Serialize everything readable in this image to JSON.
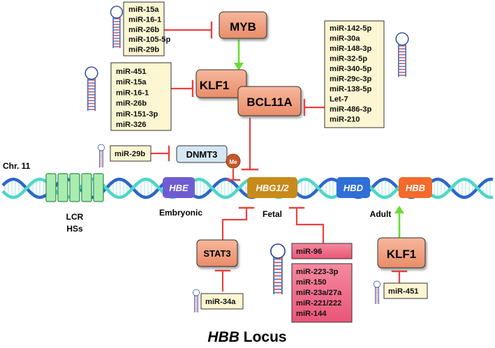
{
  "title": {
    "gene": "HBB",
    "suffix": " Locus"
  },
  "chromosome": "Chr. 11",
  "lcr": {
    "line1": "LCR",
    "line2": "HSs"
  },
  "genes": {
    "hbe": "HBE",
    "hbg": "HBG1/2",
    "hbd": "HBD",
    "hbb": "HBB"
  },
  "stages": {
    "embryonic": "Embryonic",
    "fetal": "Fetal",
    "adult": "Adult"
  },
  "factors": {
    "myb": "MYB",
    "klf1_top": "KLF1",
    "bcl11a": "BCL11A",
    "dnmt3": "DNMT3",
    "me": "Me",
    "stat3": "STAT3",
    "klf1_bottom": "KLF1"
  },
  "mirna_groups": {
    "myb": [
      "miR-15a",
      "miR-16-1",
      "miR-26b",
      "miR-105-5p",
      "miR-29b"
    ],
    "klf1": [
      "miR-451",
      "miR-15a",
      "miR-16-1",
      "miR-26b",
      "miR-151-3p",
      "miR-326"
    ],
    "bcl11a": [
      "miR-142-5p",
      "miR-30a",
      "miR-148-3p",
      "miR-32-5p",
      "miR-340-5p",
      "miR-29c-3p",
      "miR-138-5p",
      "Let-7",
      "miR-486-3p",
      "miR-210"
    ],
    "dnmt3": [
      "miR-29b"
    ],
    "stat3": [
      "miR-34a"
    ],
    "hbg_top": [
      "miR-96"
    ],
    "hbg_bottom": [
      "miR-223-3p",
      "miR-150",
      "miR-23a/27a",
      "miR-221/222",
      "miR-144"
    ],
    "klf1_bottom": [
      "miR-451"
    ]
  },
  "colors": {
    "salmon": "#f2a182",
    "salmon_dark": "#e0825f",
    "cream": "#fdf6d2",
    "red": "#e8433f",
    "green": "#66dd33",
    "purple": "#6f5cd3",
    "gold": "#c88a1a",
    "blue": "#2f6fd6",
    "orange": "#f36a2a",
    "pink": "#f06a86",
    "light_blue": "#d5e7f5",
    "dna_teal": "#4fd6c8",
    "dna_blue": "#2d66c8",
    "lcr_green": "#a9ecb0"
  },
  "icons": [
    "microrna-hairpin-icon",
    "methyl-group-icon"
  ]
}
